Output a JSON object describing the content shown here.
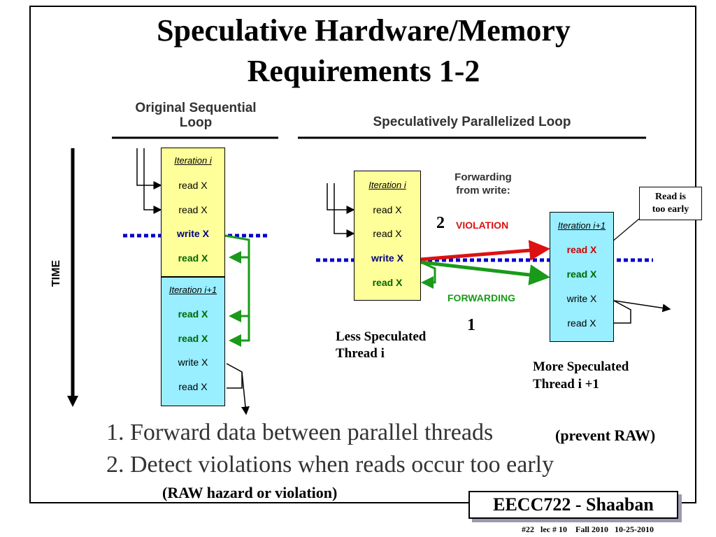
{
  "slide": {
    "title_line1": "Speculative Hardware/Memory",
    "title_line2": "Requirements 1-2",
    "left_heading_1": "Original Sequential",
    "left_heading_2": "Loop",
    "right_heading": "Speculatively Parallelized Loop",
    "time_label": "TIME",
    "seq_iter_i": "Iteration i",
    "seq_iter_i_rows": [
      "read X",
      "read X",
      "write X",
      "read X"
    ],
    "seq_iter_i1": "Iteration i+1",
    "seq_iter_i1_rows": [
      "read X",
      "read X",
      "write X",
      "read X"
    ],
    "par_iter_i": "Iteration i",
    "par_iter_i_rows": [
      "read X",
      "read X",
      "write X",
      "read X"
    ],
    "par_iter_i1": "Iteration i+1",
    "par_iter_i1_rows": [
      "read X",
      "read X",
      "write X",
      "read X"
    ],
    "forwarding_from_write_1": "Forwarding",
    "forwarding_from_write_2": "from write:",
    "num_2": "2",
    "violation": "VIOLATION",
    "forwarding": "FORWARDING",
    "num_1": "1",
    "less_spec_1": "Less Speculated",
    "less_spec_2": "Thread i",
    "more_spec_1": "More Speculated",
    "more_spec_2": "Thread i +1",
    "callout_1": "Read is",
    "callout_2": "too early",
    "point_1": "1. Forward data between parallel threads",
    "point_1_note": "(prevent RAW)",
    "point_2": "2. Detect violations when reads occur too early",
    "point_2_note": "(RAW hazard or violation)",
    "course": "EECC722 - Shaaban",
    "footer": "#22   lec # 10    Fall 2010   10-25-2010"
  },
  "colors": {
    "yellow_box": "#ffff99",
    "cyan_box": "#99eeff",
    "green": "#1a9a1a",
    "red": "#dd1111",
    "blue_dots": "#0000cc"
  }
}
